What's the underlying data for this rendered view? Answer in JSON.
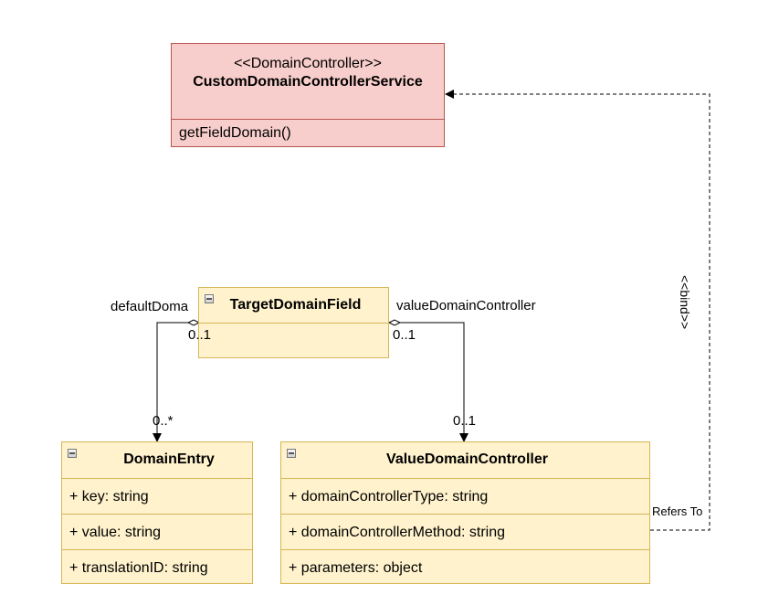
{
  "service": {
    "stereotype": "<<DomainController>>",
    "name": "CustomDomainControllerService",
    "methods": [
      "getFieldDomain()"
    ]
  },
  "target": {
    "name": "TargetDomainField"
  },
  "domain_entry": {
    "name": "DomainEntry",
    "attributes": [
      "+ key: string",
      "+ value: string",
      "+ translationID: string"
    ]
  },
  "value_controller": {
    "name": "ValueDomainController",
    "attributes": [
      "+ domainControllerType: string",
      "+ domainControllerMethod: string",
      "+ parameters: object"
    ]
  },
  "edges": {
    "left_role": "defaultDoma",
    "left_source_mult": "0..1",
    "left_target_mult": "0..*",
    "right_role": "valueDomainController",
    "right_source_mult": "0..1",
    "right_target_mult": "0..1",
    "bind_label": "<<bind>>",
    "refers_label": "Refers To"
  },
  "colors": {
    "pink_fill": "#f8cecc",
    "pink_stroke": "#b85450",
    "yellow_fill": "#fff2cc",
    "yellow_stroke": "#d6b656"
  }
}
